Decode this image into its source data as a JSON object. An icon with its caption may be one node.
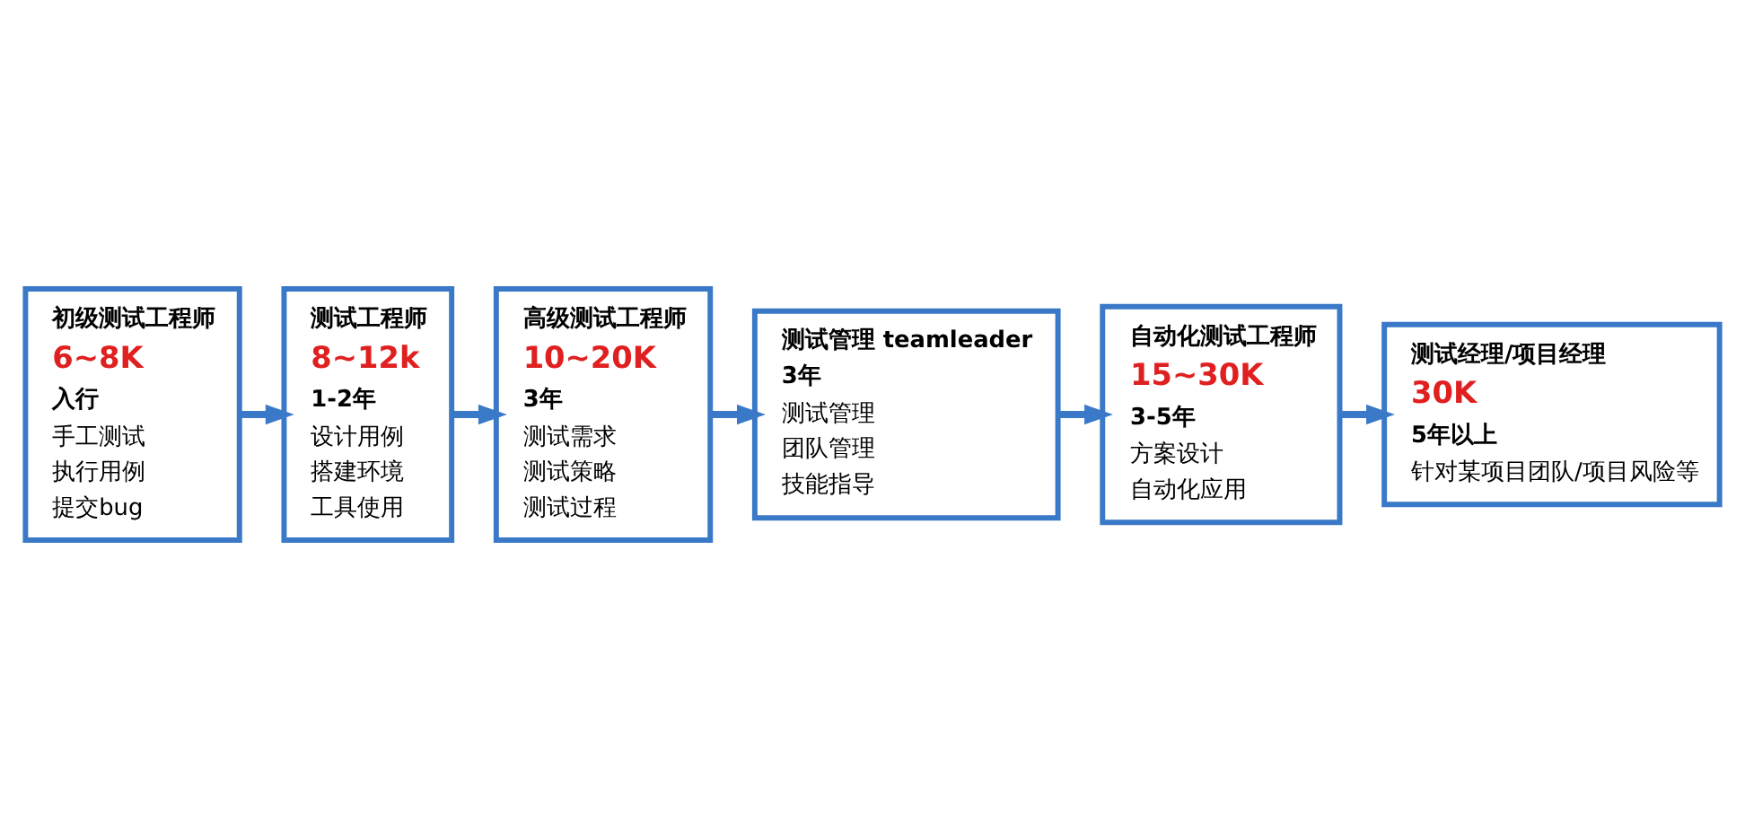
{
  "diagram": {
    "nodes": [
      {
        "text": [
          "初级测试工程师",
          "6~8K",
          "入行",
          "手工测试",
          "执行用例",
          "提交bug"
        ]
      },
      {
        "text": [
          "测试工程师",
          "8~12k",
          "1-2年",
          "设计用例",
          "搭建环境",
          "工具使用"
        ]
      },
      {
        "text": [
          "高级测试工程师",
          "10~20K",
          "3年",
          "测试需求",
          "测试策略",
          "测试过程"
        ]
      },
      {
        "text": [
          "测试管理 teamleader",
          "3年",
          "测试管理",
          "团队管理",
          "技能指导"
        ]
      },
      {
        "text": [
          "自动化测试工程师",
          "15~30K",
          "3-5年",
          "方案设计",
          "自动化应用"
        ]
      },
      {
        "text": [
          "测试经理/项目经理",
          "30K",
          "5年以上",
          "针对某项目团队/项目风险等"
        ]
      }
    ],
    "edges": [
      {
        "from": 0,
        "to": 1,
        "arrow": "to"
      },
      {
        "from": 1,
        "to": 2,
        "arrow": "to"
      },
      {
        "from": 2,
        "to": 3,
        "arrow": "to"
      },
      {
        "from": 3,
        "to": 4,
        "arrow": "to"
      },
      {
        "from": 4,
        "to": 5,
        "arrow": "to"
      }
    ]
  }
}
